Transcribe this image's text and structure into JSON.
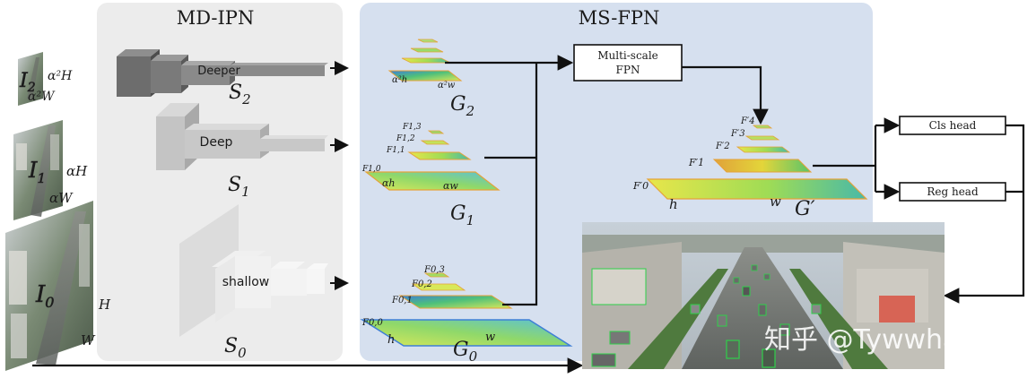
{
  "colors": {
    "mdipn_panel": "#ececec",
    "msfpn_panel": "#d6e0ef",
    "feature_blue": "#3f7fd6",
    "feature_yellow": "#d9e85a",
    "feature_green": "#4ec07a",
    "arrow": "#111111"
  },
  "inputs": {
    "i2": {
      "label": "I",
      "sub": "2",
      "height": "α²H",
      "width": "α²W"
    },
    "i1": {
      "label": "I",
      "sub": "1",
      "height": "αH",
      "width": "αW"
    },
    "i0": {
      "label": "I",
      "sub": "0",
      "height": "H",
      "width": "W"
    }
  },
  "md_ipn": {
    "title": "MD-IPN",
    "s2": {
      "label": "Deeper",
      "name": "S",
      "sub": "2"
    },
    "s1": {
      "label": "Deep",
      "name": "S",
      "sub": "1"
    },
    "s0": {
      "label": "shallow",
      "name": "S",
      "sub": "0"
    }
  },
  "ms_fpn": {
    "title": "MS-FPN",
    "box_line1": "Multi-scale",
    "box_line2": "FPN",
    "g2": {
      "name": "G",
      "sub": "2",
      "h": "α²h",
      "w": "α²w"
    },
    "g1": {
      "name": "G",
      "sub": "1",
      "h": "αh",
      "w": "αw",
      "levels": [
        "F1,3",
        "F1,2",
        "F1,1",
        "F1,0"
      ]
    },
    "g0": {
      "name": "G",
      "sub": "0",
      "h": "h",
      "w": "w",
      "levels": [
        "F0,3",
        "F0,2",
        "F0,1",
        "F0,0"
      ]
    },
    "gprime": {
      "name": "G′",
      "h": "h",
      "w": "w",
      "levels": [
        "F′4",
        "F′3",
        "F′2",
        "F′1",
        "F′0"
      ]
    }
  },
  "heads": {
    "cls": "Cls head",
    "reg": "Reg head"
  },
  "watermark": "知乎 @Tywwhale"
}
